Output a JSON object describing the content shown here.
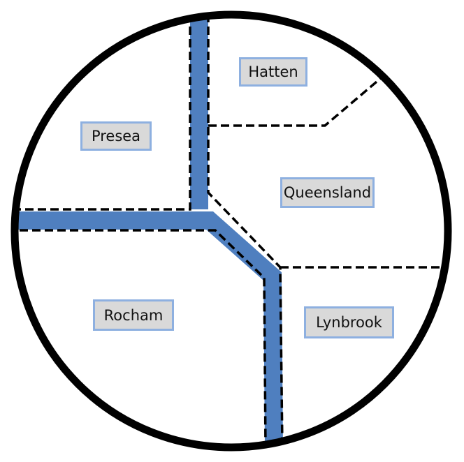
{
  "colors": {
    "road": "#4f7fbf",
    "label_fill": "#d9d9d9",
    "label_border": "#8eb0e0",
    "boundary": "#000000"
  },
  "regions": {
    "hatten": "Hatten",
    "presea": "Presea",
    "queensland": "Queensland",
    "rocham": "Rocham",
    "lynbrook": "Lynbrook"
  }
}
